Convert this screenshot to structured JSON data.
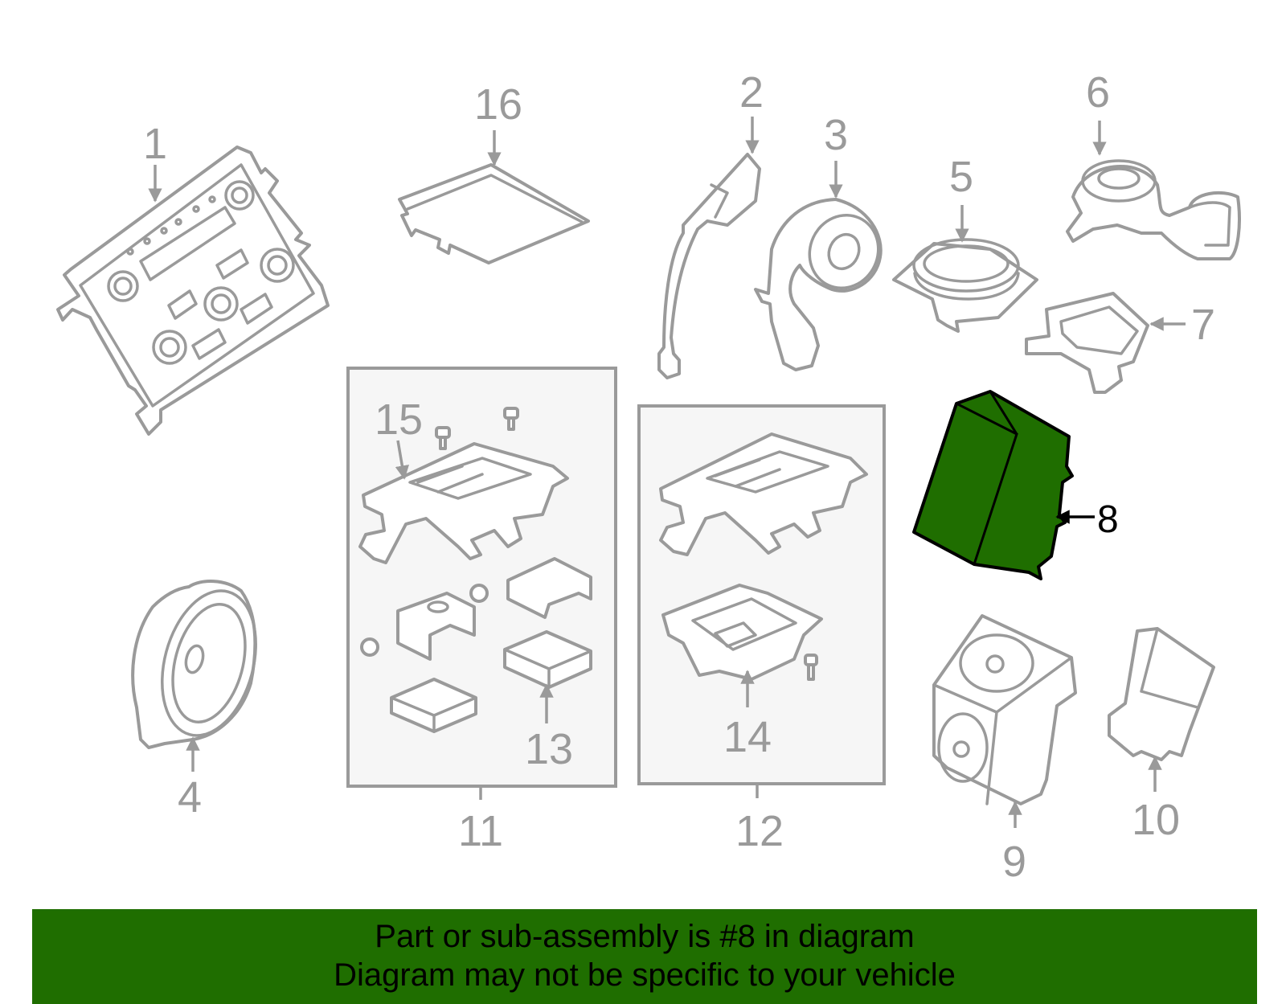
{
  "callouts": {
    "c1": "1",
    "c2": "2",
    "c3": "3",
    "c4": "4",
    "c5": "5",
    "c6": "6",
    "c7": "7",
    "c8": "8",
    "c9": "9",
    "c10": "10",
    "c11": "11",
    "c12": "12",
    "c13": "13",
    "c14": "14",
    "c15": "15",
    "c16": "16"
  },
  "highlighted_part": "8",
  "colors": {
    "highlight": "#1f6e00",
    "outline": "#9a9a9a",
    "banner": "#1f6e00"
  },
  "banner": {
    "line1": "Part or sub-assembly is #8 in diagram",
    "line2": "Diagram may not be specific to your vehicle"
  }
}
